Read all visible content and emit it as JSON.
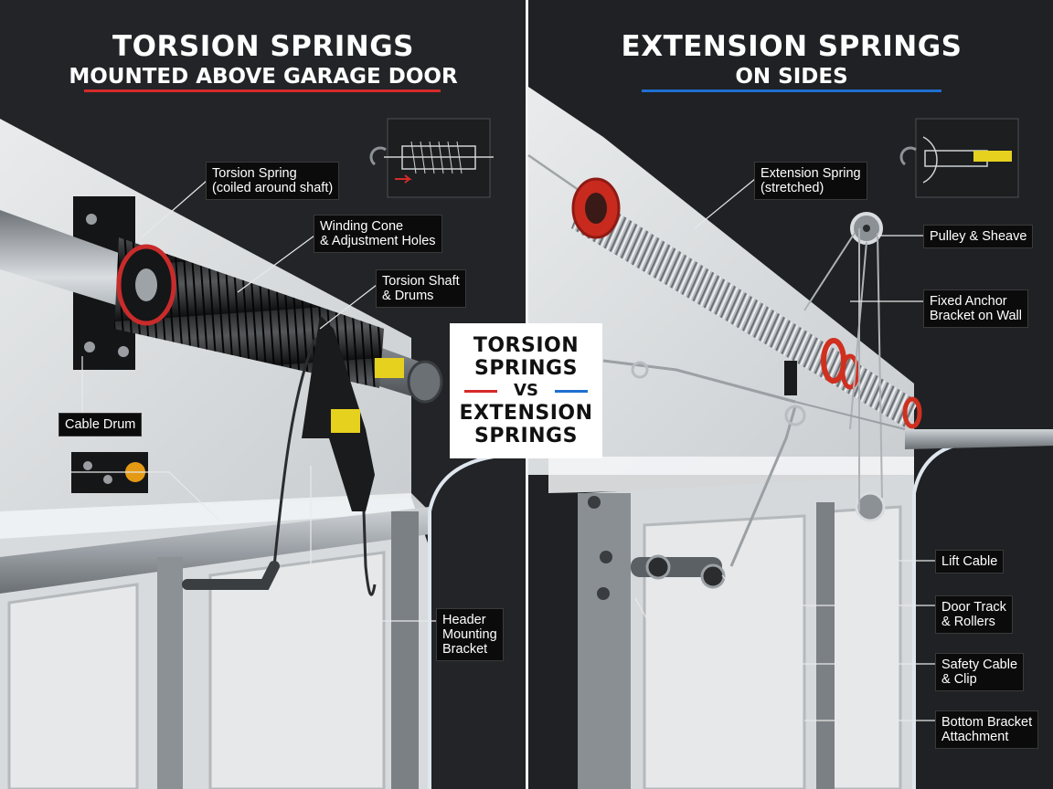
{
  "left_panel": {
    "title": "TORSION SPRINGS",
    "subtitle": "MOUNTED ABOVE GARAGE DOOR",
    "accent_color": "#d42a2a"
  },
  "right_panel": {
    "title": "EXTENSION SPRINGS",
    "subtitle": "ON SIDES",
    "accent_color": "#1f6fd0"
  },
  "center_badge": {
    "line1": "TORSION",
    "line2": "SPRINGS",
    "vs": "VS",
    "line3": "EXTENSION",
    "line4": "SPRINGS"
  },
  "callouts": {
    "torsion_spring": [
      "Torsion Spring",
      "(coiled around shaft)"
    ],
    "winding_cone": [
      "Winding Cone",
      "& Adjustment Holes"
    ],
    "torsion_shaft": [
      "Torsion Shaft",
      "& Drums"
    ],
    "cable_drum": [
      "Cable Drum"
    ],
    "header_bracket": [
      "Header",
      "Mounting",
      "Bracket"
    ],
    "extension_spring": [
      "Extension Spring",
      "(stretched)"
    ],
    "pulley": [
      "Pulley & Sheave"
    ],
    "fixed_anchor": [
      "Fixed Anchor",
      "Bracket on Wall"
    ],
    "lift_cable": [
      "Lift Cable"
    ],
    "door_track": [
      "Door Track",
      "& Rollers"
    ],
    "safety_cable": [
      "Safety Cable",
      "& Clip"
    ],
    "bottom_bracket": [
      "Bottom Bracket",
      "Attachment"
    ]
  }
}
